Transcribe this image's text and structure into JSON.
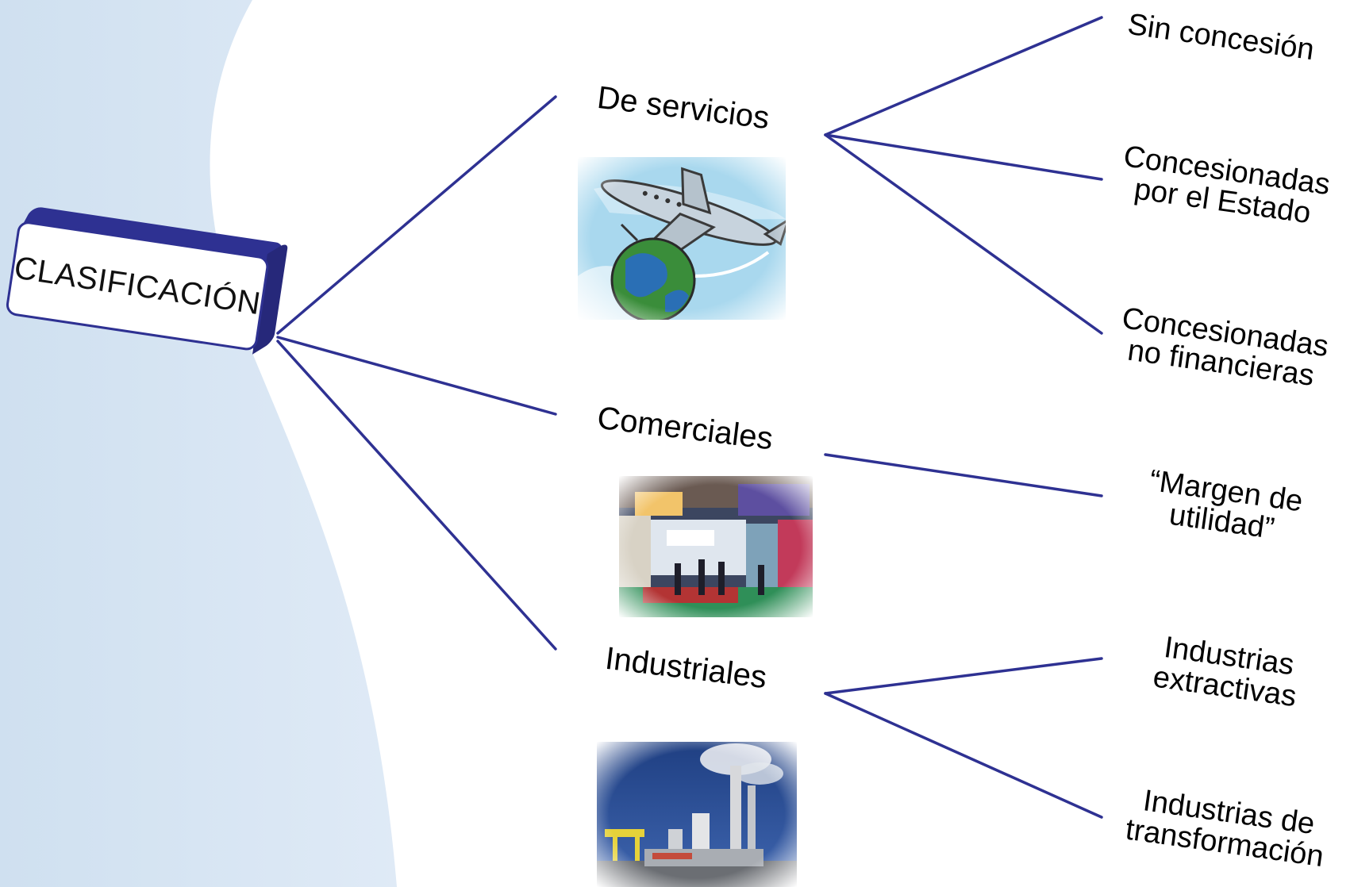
{
  "root": {
    "label": "CLASIFICACIÓN"
  },
  "categories": [
    {
      "label": "De servicios",
      "image": "airplane-globe-clipart",
      "children": [
        "Sin concesión",
        "Concesionadas por el Estado",
        "Concesionadas no financieras"
      ]
    },
    {
      "label": "Comerciales",
      "image": "trade-fair-photo",
      "children": [
        "“Margen de utilidad”"
      ]
    },
    {
      "label": "Industriales",
      "image": "industrial-plant-photo",
      "children": [
        "Industrias extractivas",
        "Industrias de transformación"
      ]
    }
  ],
  "leaf_lines": {
    "sin_concesion": [
      "Sin concesión"
    ],
    "concesionadas_estado": [
      "Concesionadas",
      "por el Estado"
    ],
    "concesionadas_no_fin": [
      "Concesionadas",
      "no financieras"
    ],
    "margen": [
      "“Margen de",
      "utilidad”"
    ],
    "extractivas": [
      "Industrias",
      "extractivas"
    ],
    "transformacion": [
      "Industrias de",
      "transformación"
    ]
  },
  "colors": {
    "connector": "#2e3192",
    "background_wave": "#d9e7f4",
    "root_border": "#2e3192"
  }
}
